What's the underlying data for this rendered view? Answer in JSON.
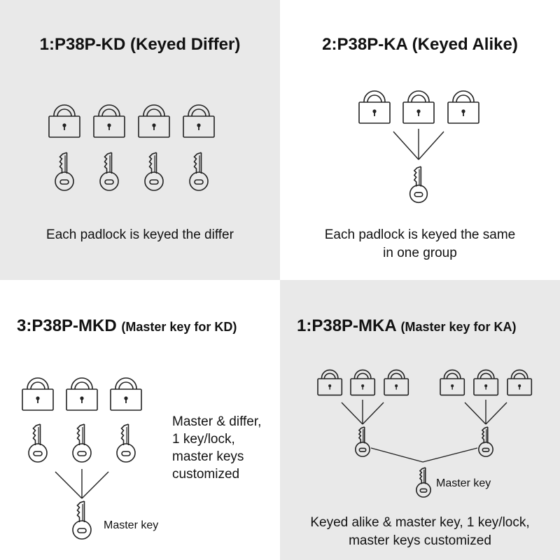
{
  "panels": [
    {
      "title": "1:P38P-KD (Keyed Differ)",
      "caption_lines": [
        "Each padlock is keyed the differ"
      ]
    },
    {
      "title": "2:P38P-KA (Keyed Alike)",
      "caption_lines": [
        "Each padlock is keyed the same",
        "in one group"
      ]
    },
    {
      "title_main": "3:P38P-MKD",
      "title_sub": "(Master key for KD)",
      "side_lines": [
        "Master & differ,",
        "1 key/lock,",
        "master keys",
        "customized"
      ],
      "master_label": "Master key"
    },
    {
      "title_main": "1:P38P-MKA",
      "title_sub": "(Master key for KA)",
      "master_label": "Master key",
      "caption_lines": [
        "Keyed alike & master key, 1 key/lock,",
        "master keys customized"
      ]
    }
  ]
}
